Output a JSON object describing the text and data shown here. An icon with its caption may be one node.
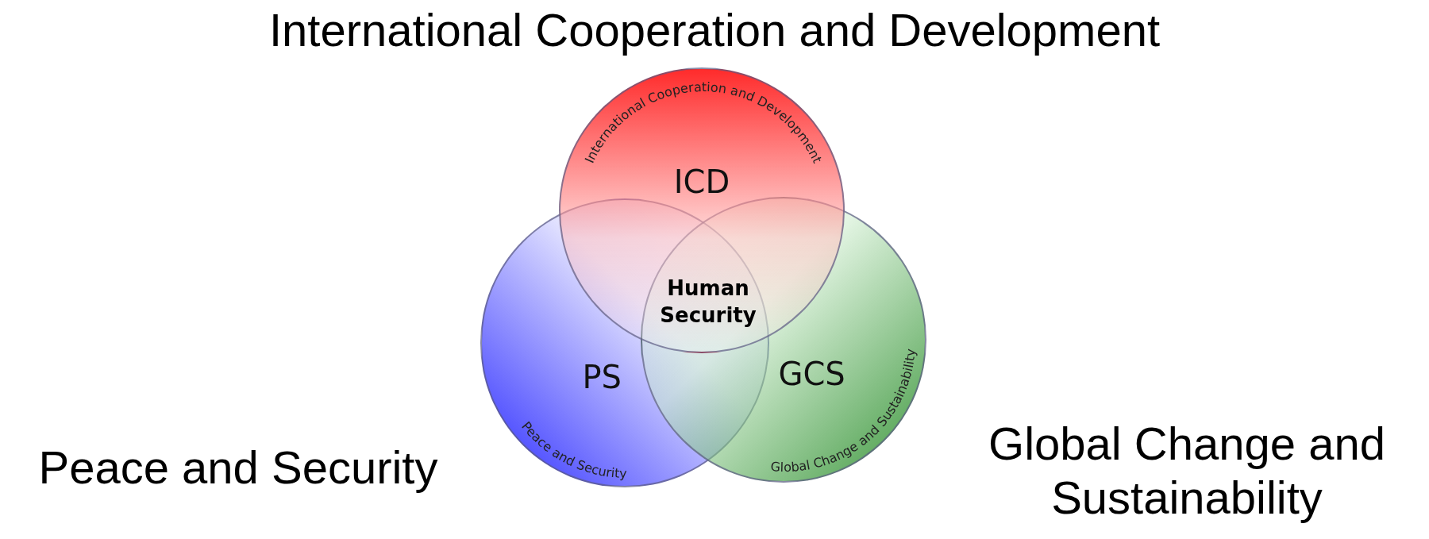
{
  "diagram": {
    "nodes": [
      {
        "text": [
          "International Cooperation and Development",
          "ICD"
        ],
        "beside": [
          "International Cooperation and Development"
        ]
      },
      {
        "text": [
          "PS",
          "Peace and Security"
        ],
        "beside": [
          "Peace and Security"
        ]
      },
      {
        "text": [
          "GCS",
          "Global Change and Sustainability"
        ],
        "beside": [
          "Global Change and Sustainability"
        ]
      }
    ],
    "labels": [
      "Human Security"
    ]
  }
}
